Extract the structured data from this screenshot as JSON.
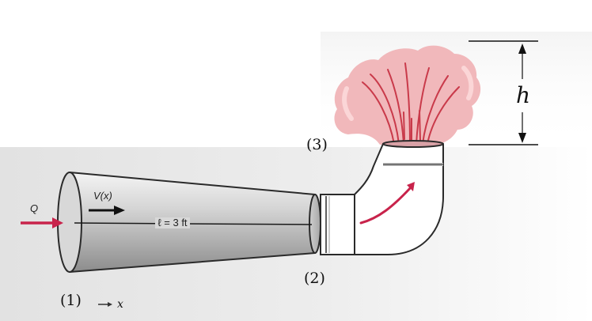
{
  "labels": {
    "flow": "Q",
    "velocity": "V(x)",
    "length": "ℓ = 3 ft",
    "section1": "(1)",
    "section2": "(2)",
    "section3": "(3)",
    "axis": "x",
    "height": "h"
  },
  "colors": {
    "pipe_light": "#dedede",
    "pipe_dark": "#8e8e8e",
    "outline": "#2a2a2a",
    "flow_arrow": "#c8234b",
    "fountain": "#f0b3b6",
    "fountain_streak": "#c93a4a"
  }
}
